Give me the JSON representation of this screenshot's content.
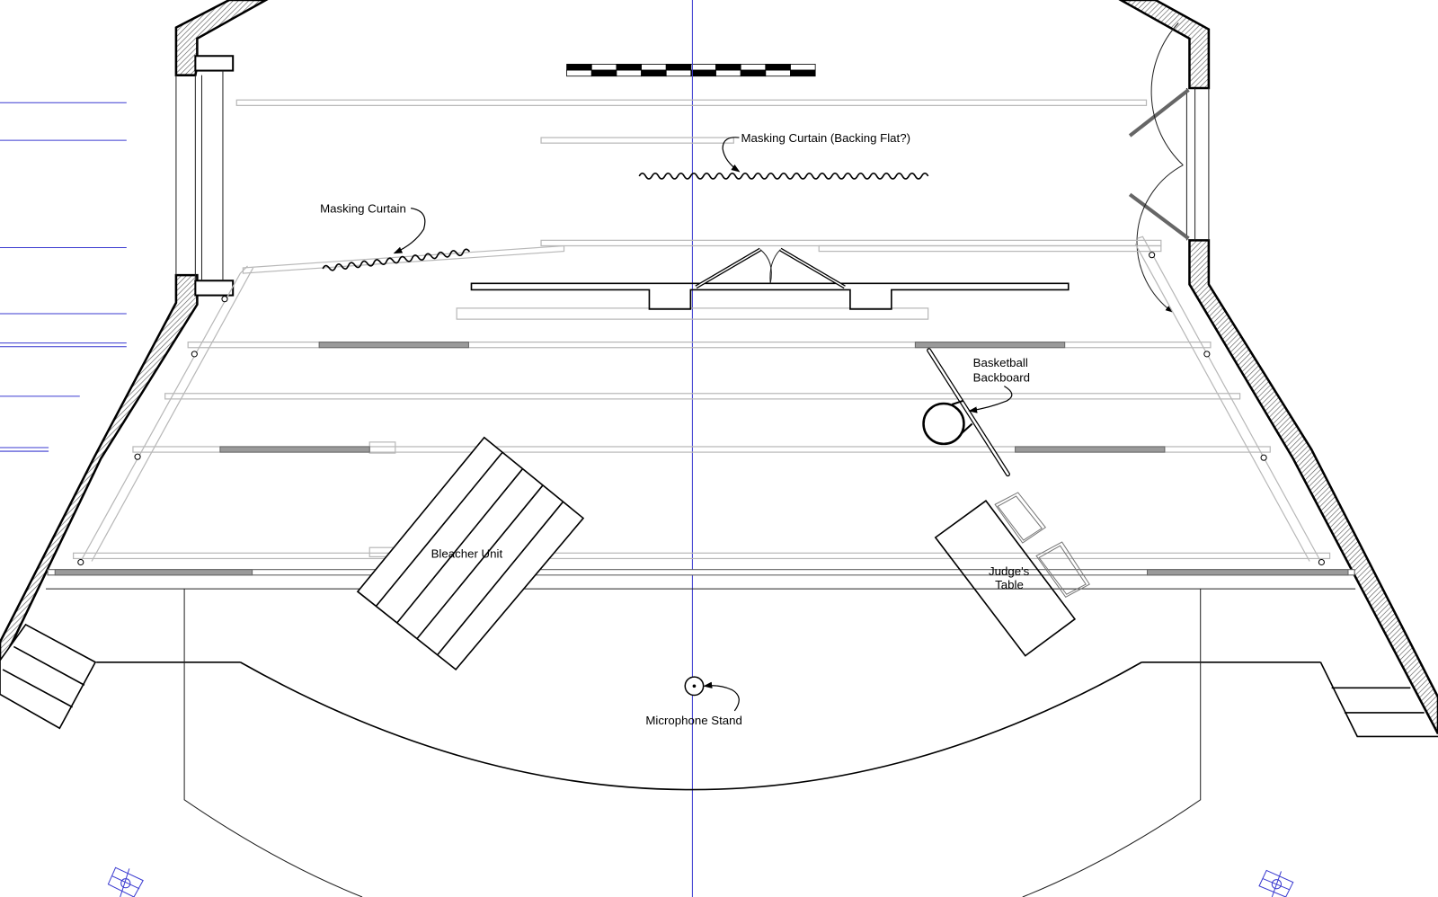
{
  "drawing": {
    "labels": {
      "masking_curtain_backing": "Masking Curtain (Backing Flat?)",
      "masking_curtain": "Masking Curtain",
      "basketball_line1": "Basketball",
      "basketball_line2": "Backboard",
      "bleacher_unit": "Bleacher Unit",
      "judges_line1": "Judge's",
      "judges_line2": "Table",
      "microphone_stand": "Microphone Stand"
    },
    "colors": {
      "centerline": "#3a3ad0",
      "batten": "#b8b8b8",
      "pipe": "#9a9a9a"
    }
  }
}
